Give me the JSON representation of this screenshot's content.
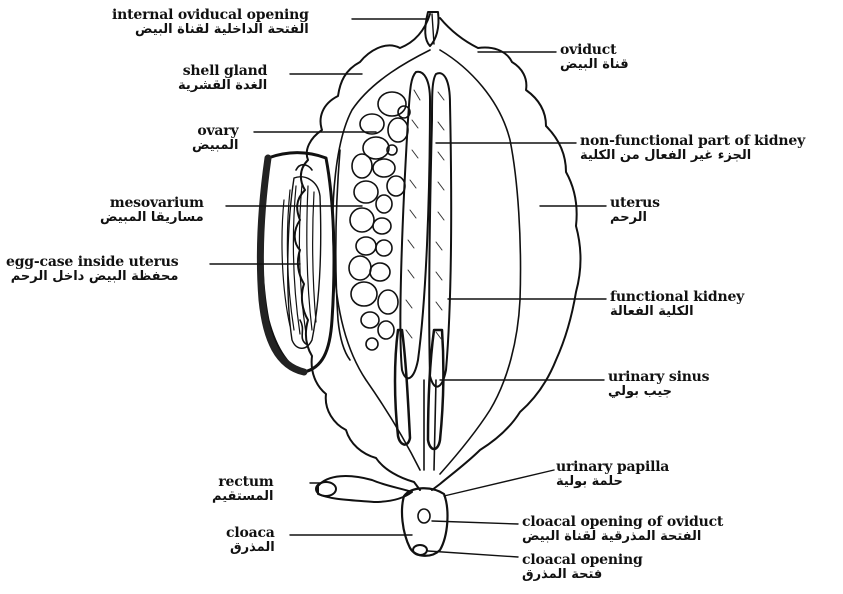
{
  "labels": {
    "internal_oviducal_opening": {
      "en": "internal oviducal opening",
      "ar": "الفتحة الداخلية لقناة البيض"
    },
    "shell_gland": {
      "en": "shell gland",
      "ar": "الغدة القشرية"
    },
    "ovary": {
      "en": "ovary",
      "ar": "المبيض"
    },
    "mesovarium": {
      "en": "mesovarium",
      "ar": "مساريقا المبيض"
    },
    "egg_case": {
      "en": "egg-case inside uterus",
      "ar": "محفظة البيض داخل الرحم"
    },
    "rectum": {
      "en": "rectum",
      "ar": "المستقيم"
    },
    "cloaca": {
      "en": "cloaca",
      "ar": "المذرق"
    },
    "oviduct": {
      "en": "oviduct",
      "ar": "قناة البيض"
    },
    "nonfunctional_kidney": {
      "en": "non-functional part of kidney",
      "ar": "الجزء غير الفعال من الكلية"
    },
    "uterus": {
      "en": "uterus",
      "ar": "الرحم"
    },
    "functional_kidney": {
      "en": "functional kidney",
      "ar": "الكلية الفعالة"
    },
    "urinary_sinus": {
      "en": "urinary sinus",
      "ar": "جيب بولي"
    },
    "urinary_papilla": {
      "en": "urinary papilla",
      "ar": "حلمة بولية"
    },
    "cloacal_opening_oviduct": {
      "en": "cloacal opening of oviduct",
      "ar": "الفتحة المذرقية لقناة البيض"
    },
    "cloacal_opening": {
      "en": "cloacal opening",
      "ar": "فتحة المذرق"
    }
  },
  "colors": {
    "ink": "#111111",
    "paper": "#ffffff"
  }
}
